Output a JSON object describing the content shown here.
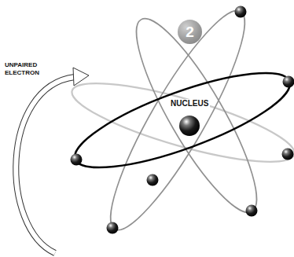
{
  "diagram": {
    "nodes": [
      {
        "text": [
          "2"
        ]
      }
    ],
    "labels": [
      "UNPAIRED ELECTRON",
      "NUCLEUS"
    ]
  }
}
